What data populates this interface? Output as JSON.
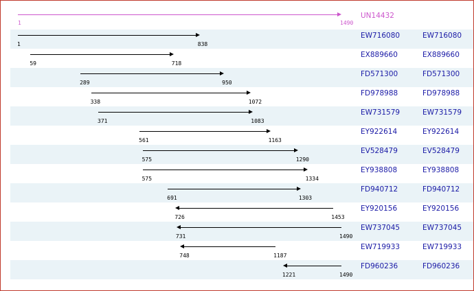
{
  "reference": {
    "accession": "UN14432",
    "start": "1",
    "end": "1490",
    "color": "#cc55cc"
  },
  "axis": {
    "min": 1,
    "max": 1490
  },
  "link_color": "#1a1aa6",
  "tracks": [
    {
      "accession": "EW716080",
      "start": 1,
      "end": 838,
      "direction": "forward"
    },
    {
      "accession": "EX889660",
      "start": 59,
      "end": 718,
      "direction": "forward"
    },
    {
      "accession": "FD571300",
      "start": 289,
      "end": 950,
      "direction": "forward"
    },
    {
      "accession": "FD978988",
      "start": 338,
      "end": 1072,
      "direction": "forward"
    },
    {
      "accession": "EW731579",
      "start": 371,
      "end": 1083,
      "direction": "forward"
    },
    {
      "accession": "EY922614",
      "start": 561,
      "end": 1163,
      "direction": "forward"
    },
    {
      "accession": "EV528479",
      "start": 575,
      "end": 1290,
      "direction": "forward"
    },
    {
      "accession": "EY938808",
      "start": 575,
      "end": 1334,
      "direction": "forward"
    },
    {
      "accession": "FD940712",
      "start": 691,
      "end": 1303,
      "direction": "forward"
    },
    {
      "accession": "EY920156",
      "start": 726,
      "end": 1453,
      "direction": "reverse"
    },
    {
      "accession": "EW737045",
      "start": 731,
      "end": 1490,
      "direction": "reverse"
    },
    {
      "accession": "EW719933",
      "start": 748,
      "end": 1187,
      "direction": "reverse"
    },
    {
      "accession": "FD960236",
      "start": 1221,
      "end": 1490,
      "direction": "reverse"
    }
  ]
}
